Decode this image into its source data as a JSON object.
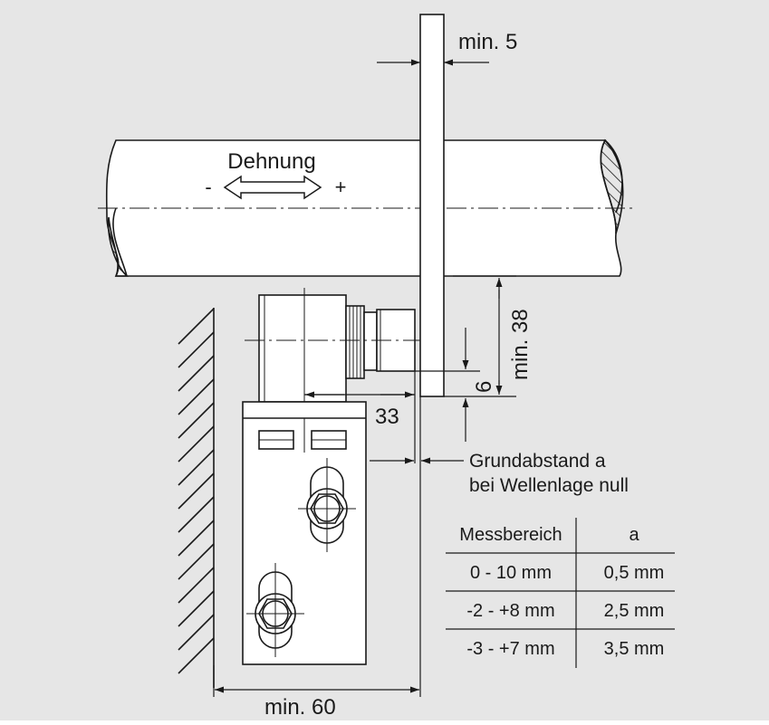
{
  "colors": {
    "background": "#e6e6e6",
    "line": "#1a1a1a",
    "part_fill": "#ffffff"
  },
  "labels": {
    "strain": "Dehnung",
    "minus": "-",
    "plus": "+",
    "min_5": "min. 5",
    "min_38": "min. 38",
    "six": "6",
    "thirty_three": "33",
    "min_60": "min. 60",
    "gap_line1": "Grundabstand a",
    "gap_line2": "bei Wellenlage null"
  },
  "table": {
    "headers": [
      "Messbereich",
      "a"
    ],
    "rows": [
      [
        "0 - 10 mm",
        "0,5 mm"
      ],
      [
        "-2 - +8 mm",
        "2,5 mm"
      ],
      [
        "-3 - +7 mm",
        "3,5 mm"
      ]
    ]
  }
}
